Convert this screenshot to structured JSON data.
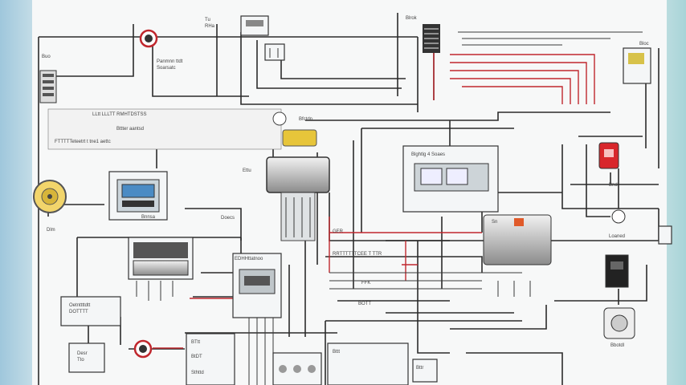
{
  "colors": {
    "background": "#cfe3ea",
    "paper": "#f7f8f8",
    "wire": "#2b2b2b",
    "wire_red": "#c0272d",
    "lamp_yellow": "#e7c53a",
    "relay_red": "#d8262b"
  },
  "icons": [
    "gauge-icon",
    "fuse-block-icon",
    "relay-icon",
    "fuel-cap-icon",
    "switch-icon",
    "connector-icon",
    "lamp-icon",
    "terminal-icon"
  ],
  "labels": {
    "top_small_1": "Tu\nRHa",
    "top_block": "Blrok",
    "top_right_box": "Bloc",
    "left_mid_note": "Panmnn ttdt\nSoarsatc",
    "left_top_tag": "Buo",
    "left_gauge": "Dlm",
    "strip_row_1": "LLtt LLLTT RMHTDSTSS",
    "strip_row_2": "Bttter aantsd",
    "strip_row_3": "FTTTTTeteetrt t tne1 aettc",
    "center_tag": "Bfctdn",
    "center_sw": "Ettu",
    "left_box_label": "Bnnsa",
    "left_lower_title": "Doecs",
    "left_lower_box": "Oetnttttdtt\nDOTTTT",
    "left_bottom_box": "Desr\nTto",
    "mid_lower_title": "EDHHttatnoo",
    "mid_right_title": "Blghtlg 4 Soaes",
    "right_relay_tag": "Sn",
    "right_bottom_label": "Bbotdl",
    "right_mid_label": "Bnd",
    "right_side_tag": "Loaned",
    "center_note_1": "GER",
    "center_note_2": "RRTTTTTTCEE T TTR",
    "center_note_3": "FFK",
    "center_note_4": "BOTT",
    "bottom_left_1": "BTtt",
    "bottom_left_2": "BtDT",
    "bottom_left_3": "Sthttd",
    "bottom_mid": "Bttt",
    "bottom_mid_2": "Bttr"
  }
}
